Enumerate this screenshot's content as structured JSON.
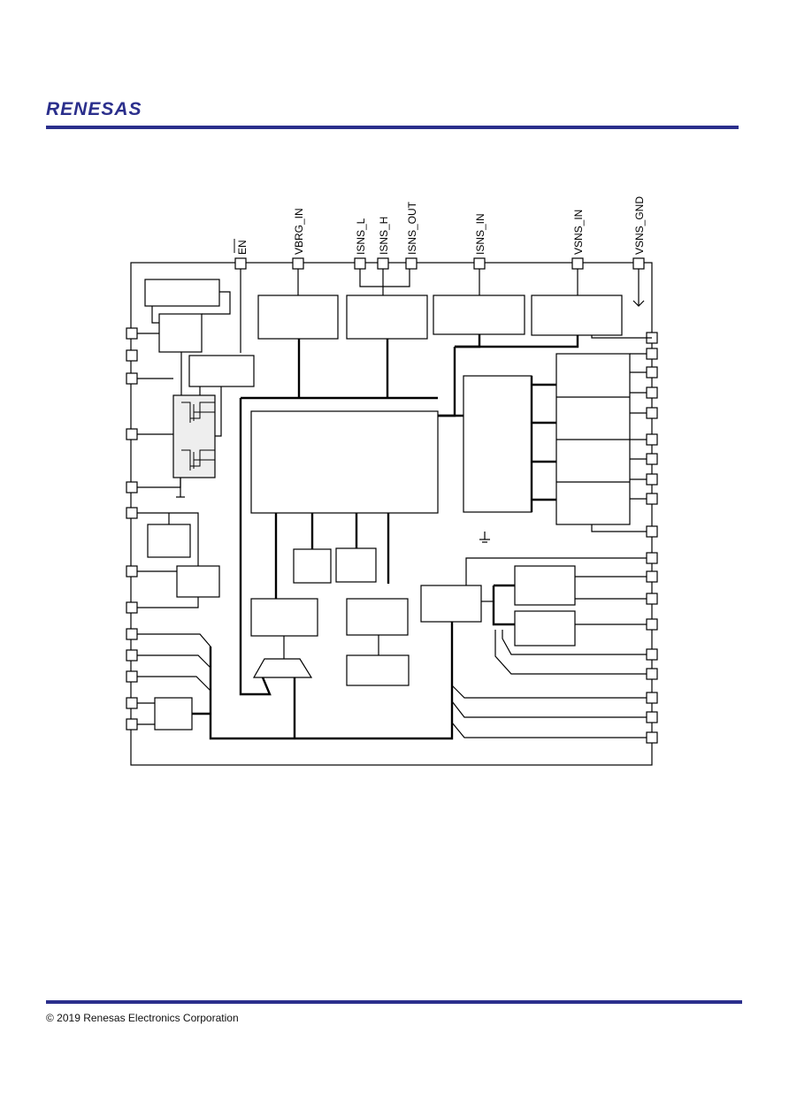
{
  "brand": {
    "name": "RENESAS",
    "color": "#2b2f8c"
  },
  "footer": {
    "copyright": "© 2019 Renesas Electronics Corporation"
  },
  "pins_top": {
    "en": "EN",
    "vbrg_in": "VBRG_IN",
    "isns_l": "ISNS_L",
    "isns_h": "ISNS_H",
    "isns_out": "ISNS_OUT",
    "isns_in": "ISNS_IN",
    "vsns_in": "VSNS_IN",
    "vsns_gnd": "VSNS_GND"
  }
}
